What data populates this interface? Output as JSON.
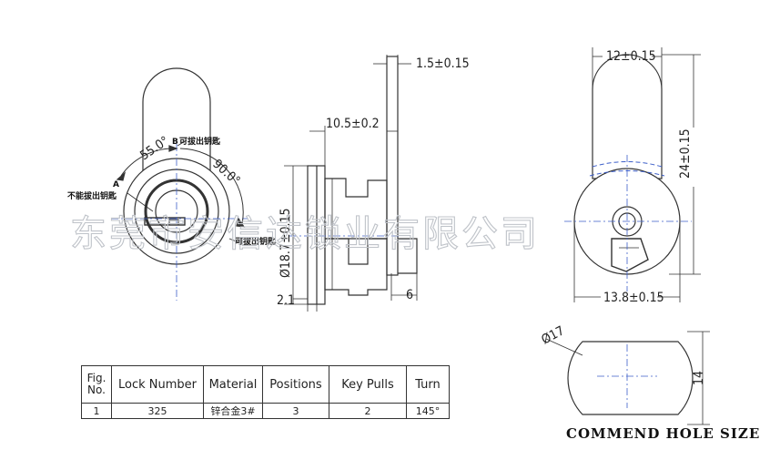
{
  "dimensions": {
    "plate_thickness": "1.5±0.15",
    "cam_offset": "10.5±0.2",
    "body_diameter": "Ø18.7±0.15",
    "flange_width": "2.1",
    "cam_length": "6",
    "top_width": "12±0.15",
    "height": "24±0.15",
    "bottom_width": "13.8±0.15",
    "hole_diameter": "Ø17",
    "hole_flat": "14"
  },
  "angles": {
    "a1": "55.0°",
    "a2": "90.0°"
  },
  "labels": {
    "point_a": "A",
    "point_b": "B",
    "b_note": "可拔出钥匙",
    "a_note": "不能拔出钥匙",
    "c_note": "可拔出钥匙",
    "hole_title": "COMMEND HOLE SIZE"
  },
  "watermark": "东莞市安信达锁业有限公司",
  "table": {
    "headers": [
      "Fig. No.",
      "Lock Number",
      "Material",
      "Positions",
      "Key Pulls",
      "Turn"
    ],
    "row": [
      "1",
      "325",
      "锌合金3#",
      "3",
      "2",
      "145°"
    ]
  }
}
